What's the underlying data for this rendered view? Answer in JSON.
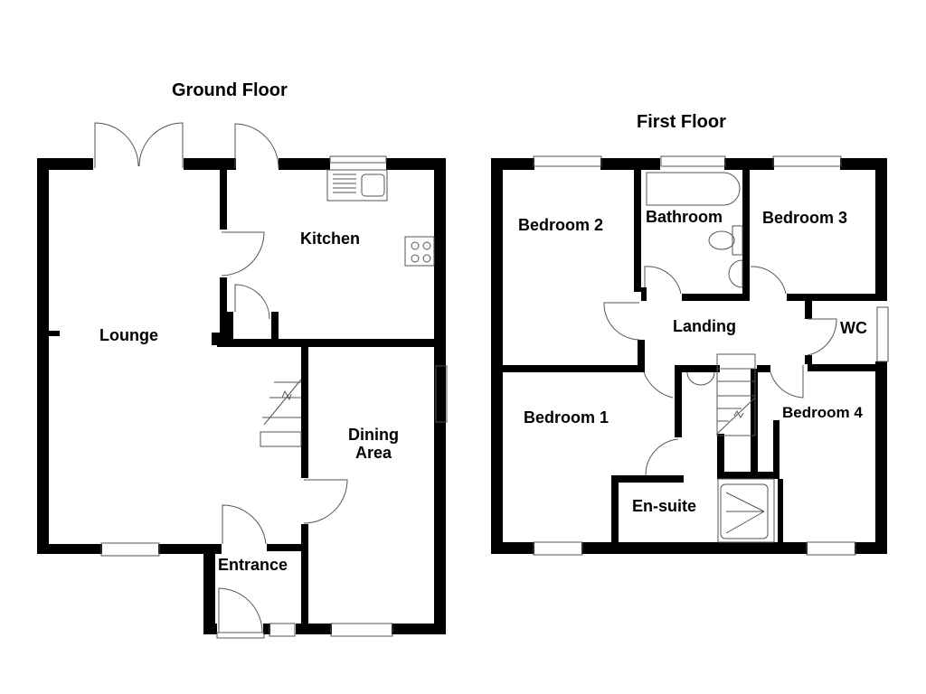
{
  "floors": [
    {
      "title": "Ground Floor",
      "rooms": {
        "lounge": "Lounge",
        "kitchen": "Kitchen",
        "dining_line1": "Dining",
        "dining_line2": "Area",
        "entrance": "Entrance"
      }
    },
    {
      "title": "First Floor",
      "rooms": {
        "bedroom2": "Bedroom 2",
        "bathroom": "Bathroom",
        "bedroom3": "Bedroom 3",
        "landing": "Landing",
        "wc": "WC",
        "bedroom1": "Bedroom 1",
        "bedroom4": "Bedroom 4",
        "ensuite": "En-suite"
      }
    }
  ],
  "colors": {
    "wall": "#000000",
    "fixture": "#555555",
    "background": "#ffffff"
  }
}
